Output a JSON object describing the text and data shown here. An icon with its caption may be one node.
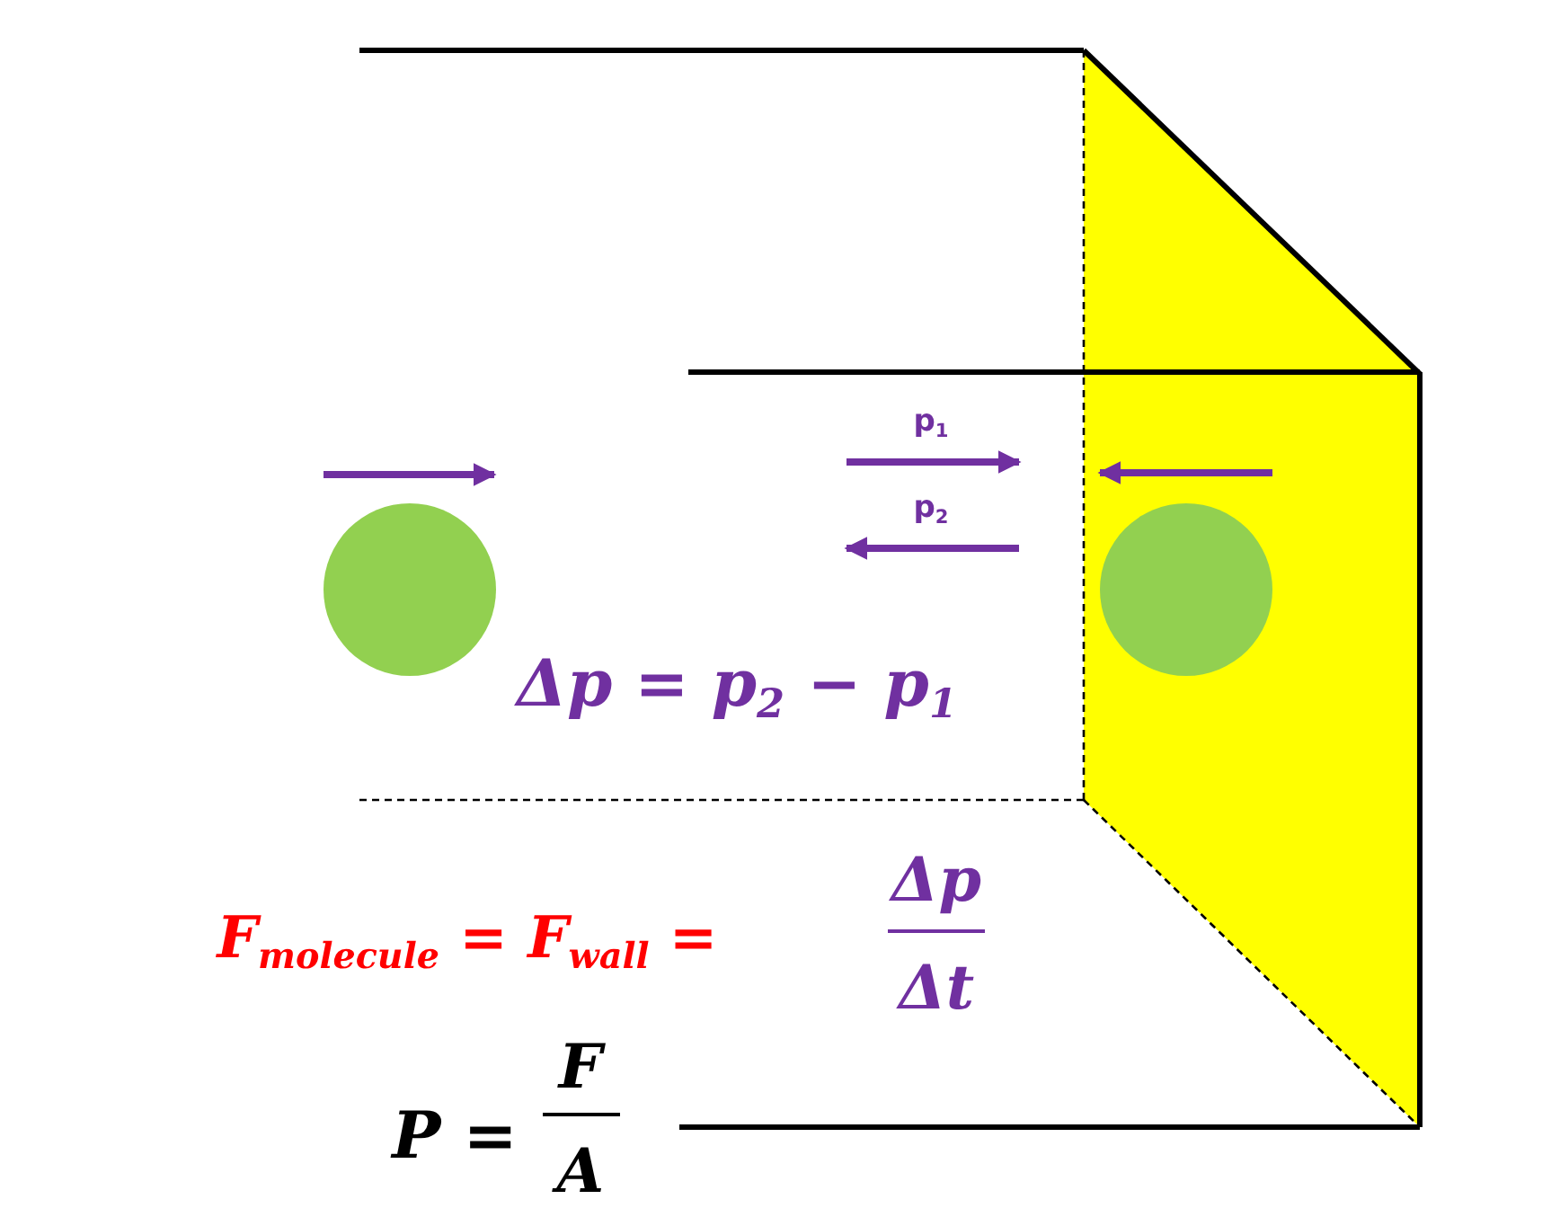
{
  "diagram": {
    "nodes": [
      {
        "text": [],
        "shape": "circle"
      },
      {
        "text": [],
        "shape": "circle"
      }
    ],
    "labels": [
      "p$_{1}$",
      "p$_{2}$",
      "Δp = p$_{2}$ − p$_{1}$",
      "F$_{molecule}$ = F$_{wall}$ =",
      "Δp",
      "Δt",
      "P =",
      "F",
      "A"
    ]
  }
}
